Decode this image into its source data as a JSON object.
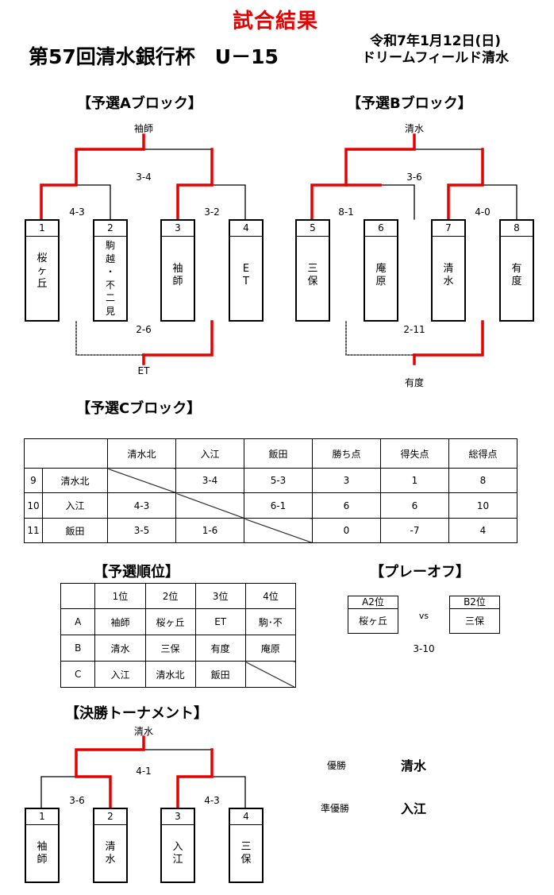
{
  "header": {
    "result": "試合結果",
    "title": "第57回清水銀行杯　U－15",
    "date": "令和7年1月12日(日)",
    "venue": "ドリームフィールド清水"
  },
  "block_a": {
    "title": "【予選Aブロック】",
    "winner": "袖師",
    "final_score": "3-4",
    "semi1_score": "4-3",
    "semi2_score": "3-2",
    "third_score": "2-6",
    "third_winner": "ET",
    "teams": [
      {
        "num": "1",
        "name": [
          "桜",
          "ヶ",
          "丘"
        ]
      },
      {
        "num": "2",
        "name": [
          "駒",
          "越",
          "・",
          "不",
          "二",
          "見"
        ]
      },
      {
        "num": "3",
        "name": [
          "袖",
          "師"
        ]
      },
      {
        "num": "4",
        "name": [
          "E",
          "T"
        ]
      }
    ]
  },
  "block_b": {
    "title": "【予選Bブロック】",
    "winner": "清水",
    "final_score": "3-6",
    "semi1_score": "8-1",
    "semi2_score": "4-0",
    "third_score": "2-11",
    "third_winner": "有度",
    "teams": [
      {
        "num": "5",
        "name": [
          "三",
          "保"
        ]
      },
      {
        "num": "6",
        "name": [
          "庵",
          "原"
        ]
      },
      {
        "num": "7",
        "name": [
          "清",
          "水"
        ]
      },
      {
        "num": "8",
        "name": [
          "有",
          "度"
        ]
      }
    ]
  },
  "block_c": {
    "title": "【予選Cブロック】",
    "headers": [
      "清水北",
      "入江",
      "飯田",
      "勝ち点",
      "得失点",
      "総得点"
    ],
    "rows": [
      {
        "num": "9",
        "team": "清水北",
        "cells": [
          "",
          "3-4",
          "5-3",
          "3",
          "1",
          "8"
        ]
      },
      {
        "num": "10",
        "team": "入江",
        "cells": [
          "4-3",
          "",
          "6-1",
          "6",
          "6",
          "10"
        ]
      },
      {
        "num": "11",
        "team": "飯田",
        "cells": [
          "3-5",
          "1-6",
          "",
          "0",
          "-7",
          "4"
        ]
      }
    ]
  },
  "rankings": {
    "title": "【予選順位】",
    "headers": [
      "1位",
      "2位",
      "3位",
      "4位"
    ],
    "rows": [
      {
        "block": "A",
        "cells": [
          "袖師",
          "桜ヶ丘",
          "ET",
          "駒･不"
        ]
      },
      {
        "block": "B",
        "cells": [
          "清水",
          "三保",
          "有度",
          "庵原"
        ]
      },
      {
        "block": "C",
        "cells": [
          "入江",
          "清水北",
          "飯田",
          ""
        ]
      }
    ]
  },
  "playoff": {
    "title": "【プレーオフ】",
    "left_label": "A2位",
    "left_team": "桜ヶ丘",
    "vs": "vs",
    "right_label": "B2位",
    "right_team": "三保",
    "score": "3-10"
  },
  "final": {
    "title": "【決勝トーナメント】",
    "winner": "清水",
    "final_score": "4-1",
    "semi1_score": "3-6",
    "semi2_score": "4-3",
    "teams": [
      {
        "num": "1",
        "name": [
          "袖",
          "師"
        ]
      },
      {
        "num": "2",
        "name": [
          "清",
          "水"
        ]
      },
      {
        "num": "3",
        "name": [
          "入",
          "江"
        ]
      },
      {
        "num": "4",
        "name": [
          "三",
          "保"
        ]
      }
    ],
    "champion_label": "優勝",
    "champion": "清水",
    "runnerup_label": "準優勝",
    "runnerup": "入江"
  },
  "colors": {
    "highlight": "#e60000",
    "line": "#000000"
  }
}
